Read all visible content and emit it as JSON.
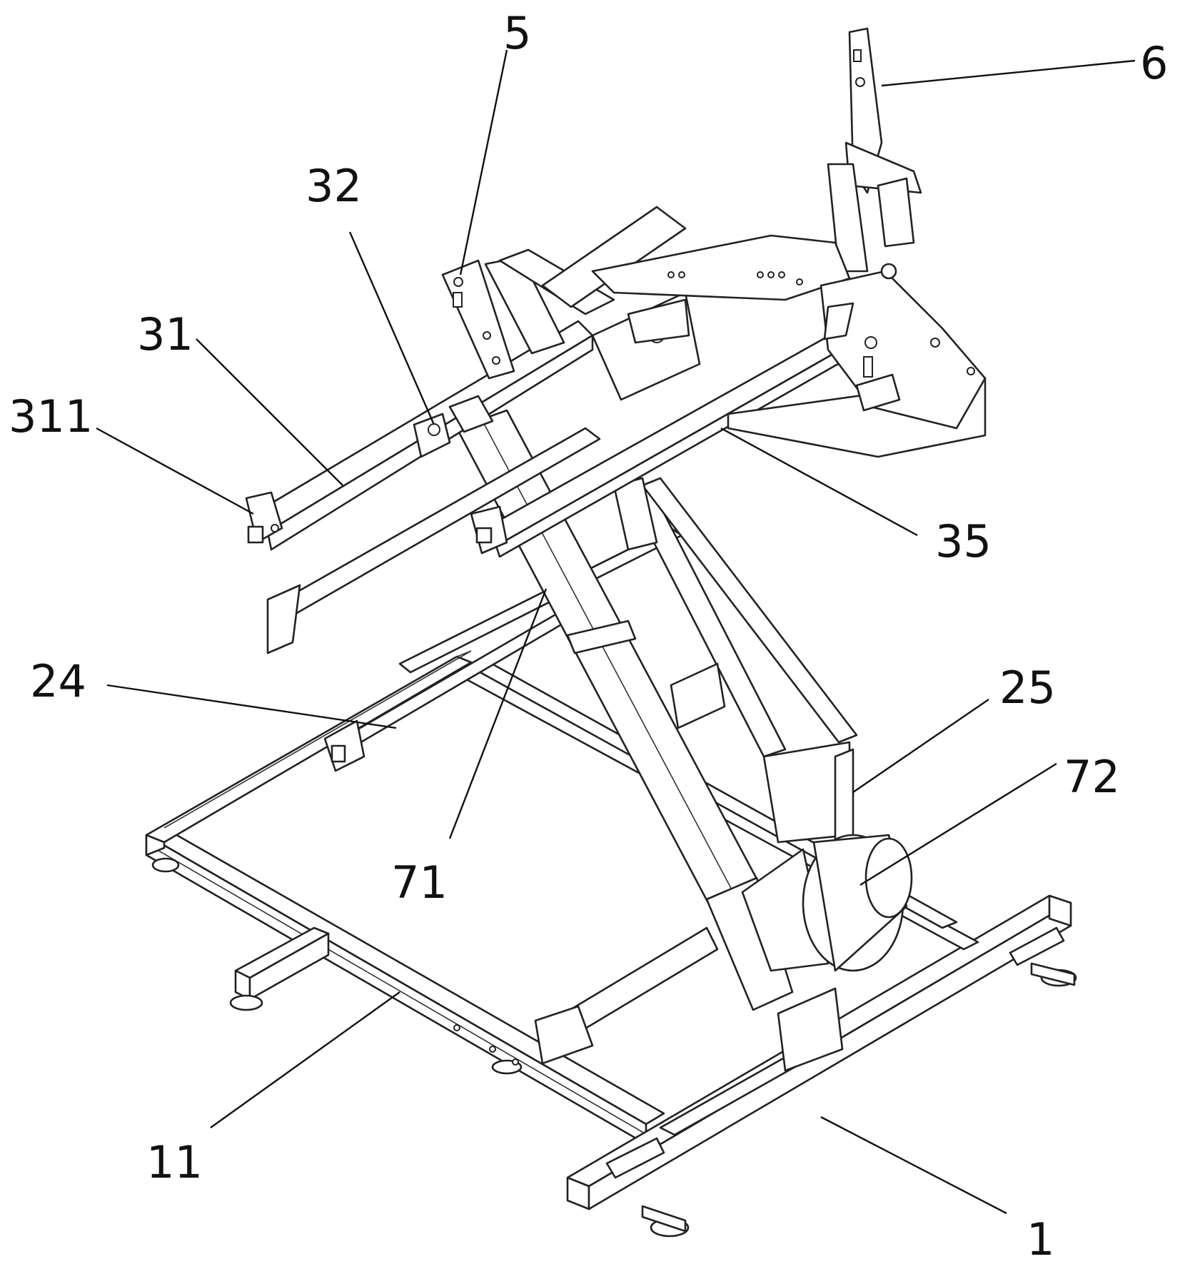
{
  "figure": {
    "labels": [
      {
        "id": "5",
        "text": "5"
      },
      {
        "id": "6",
        "text": "6"
      },
      {
        "id": "32",
        "text": "32"
      },
      {
        "id": "31",
        "text": "31"
      },
      {
        "id": "311",
        "text": "311"
      },
      {
        "id": "35",
        "text": "35"
      },
      {
        "id": "24",
        "text": "24"
      },
      {
        "id": "25",
        "text": "25"
      },
      {
        "id": "72",
        "text": "72"
      },
      {
        "id": "71",
        "text": "71"
      },
      {
        "id": "11",
        "text": "11"
      },
      {
        "id": "1",
        "text": "1"
      }
    ]
  }
}
